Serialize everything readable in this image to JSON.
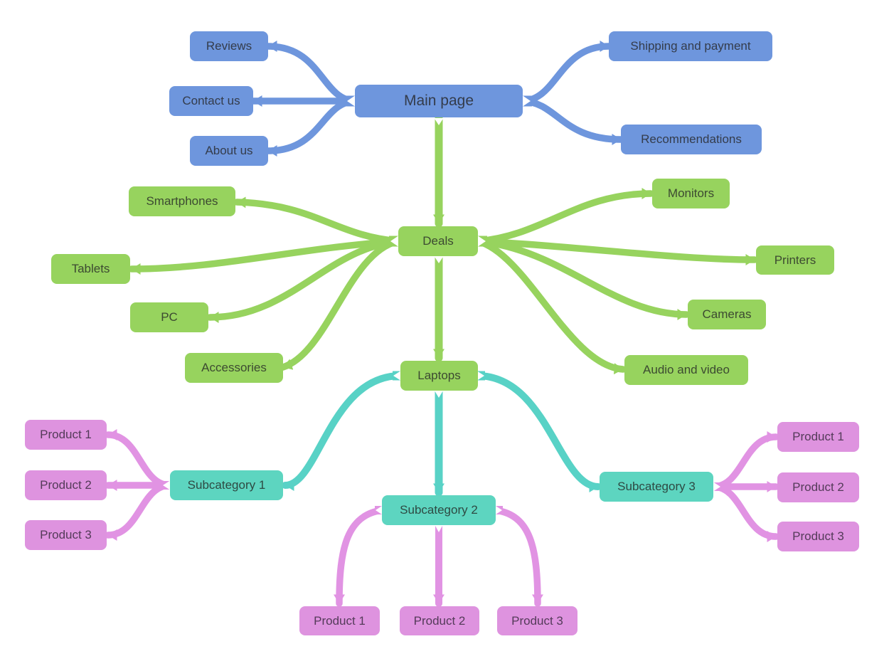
{
  "palette": {
    "canvas": "#ffffff",
    "node_blue": "#6e96dd",
    "node_green": "#97d35e",
    "node_teal": "#5dd5c0",
    "node_pink": "#de93df",
    "edge_blue": "#6e96dd",
    "edge_green": "#97d35e",
    "edge_teal": "#58d2c6",
    "edge_pink": "#e193e3",
    "text_blue": "#343c4b",
    "text_green": "#3c4a31",
    "text_teal": "#2e4a43",
    "text_pink": "#543b59"
  },
  "mindmap": {
    "root": {
      "label": "Main page",
      "pages_left": [
        {
          "label": "Reviews"
        },
        {
          "label": "Contact us"
        },
        {
          "label": "About us"
        }
      ],
      "pages_right": [
        {
          "label": "Shipping and payment"
        },
        {
          "label": "Recommendations"
        }
      ],
      "deals": {
        "label": "Deals",
        "categories_left": [
          {
            "label": "Smartphones"
          },
          {
            "label": "Tablets"
          },
          {
            "label": "PC"
          },
          {
            "label": "Accessories"
          }
        ],
        "categories_right": [
          {
            "label": "Monitors"
          },
          {
            "label": "Printers"
          },
          {
            "label": "Cameras"
          },
          {
            "label": "Audio and video"
          }
        ],
        "laptops": {
          "label": "Laptops",
          "subcategories": [
            {
              "label": "Subcategory 1",
              "products": [
                {
                  "label": "Product 1"
                },
                {
                  "label": "Product 2"
                },
                {
                  "label": "Product 3"
                }
              ]
            },
            {
              "label": "Subcategory 2",
              "products": [
                {
                  "label": "Product 1"
                },
                {
                  "label": "Product 2"
                },
                {
                  "label": "Product 3"
                }
              ]
            },
            {
              "label": "Subcategory 3",
              "products": [
                {
                  "label": "Product 1"
                },
                {
                  "label": "Product 2"
                },
                {
                  "label": "Product 3"
                }
              ]
            }
          ]
        }
      }
    }
  }
}
